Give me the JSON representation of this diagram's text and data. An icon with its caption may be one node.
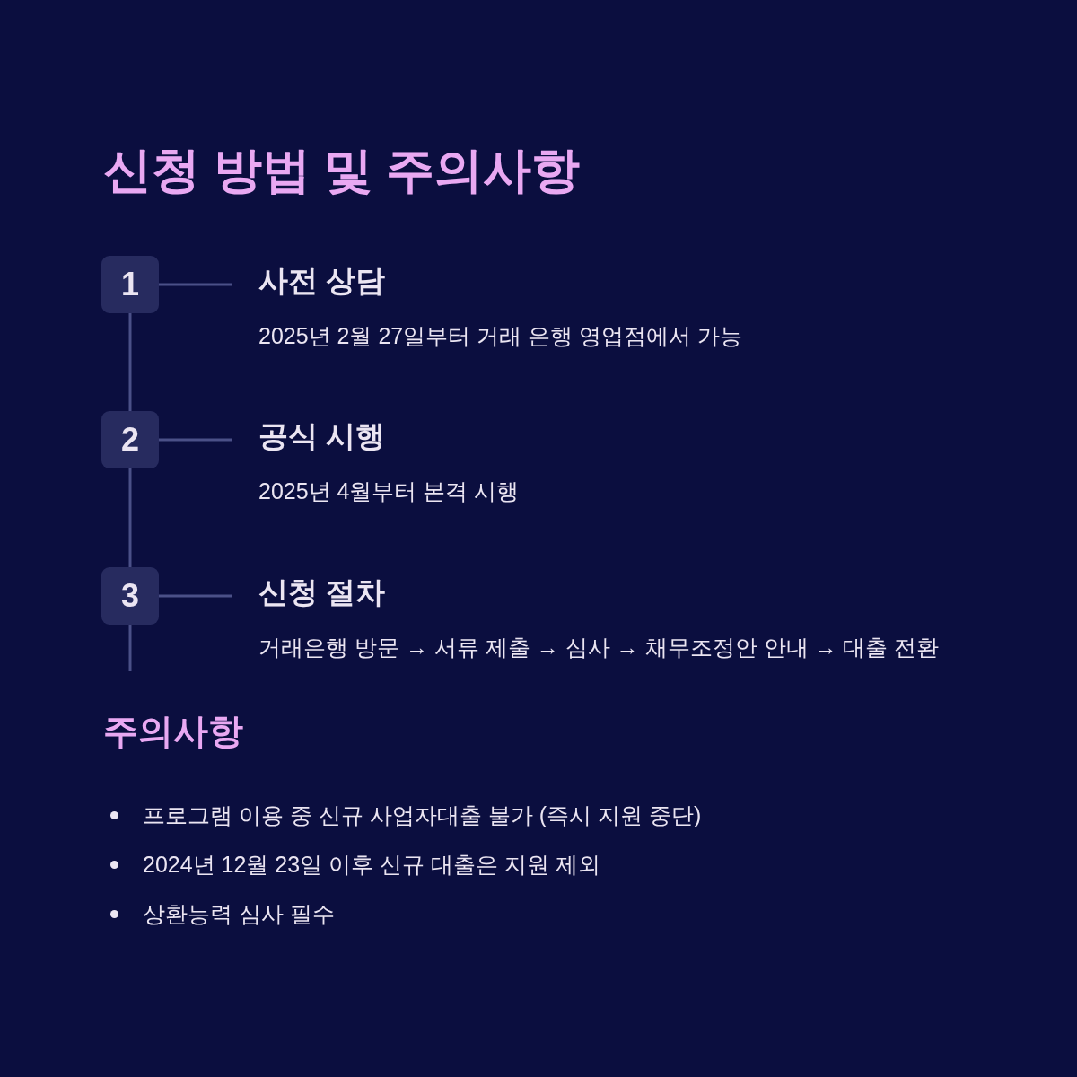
{
  "diagram": {
    "title": "신청 방법 및 주의사항",
    "nodes": [
      {
        "text": [
          "1"
        ]
      },
      {
        "text": [
          "사전 상담",
          "2025년 2월 27일부터 거래 은행 영업점에서 가능"
        ]
      },
      {
        "text": [
          "2"
        ]
      },
      {
        "text": [
          "공식 시행",
          "2025년 4월부터 본격 시행"
        ]
      },
      {
        "text": [
          "3"
        ]
      },
      {
        "text": [
          "신청 절차",
          "거래은행 방문 → 서류 제출 → 심사 → 채무조정안 안내 → 대출 전환"
        ]
      }
    ],
    "edges": [
      {
        "from": 0,
        "to": 1,
        "arrow": "none"
      },
      {
        "from": 2,
        "to": 3,
        "arrow": "none"
      },
      {
        "from": 4,
        "to": 5,
        "arrow": "none"
      },
      {
        "from": 0,
        "to": 2,
        "arrow": "none"
      },
      {
        "from": 2,
        "to": 4,
        "arrow": "none"
      },
      {
        "from": 4,
        "to": null,
        "arrow": "none"
      }
    ],
    "labels": [
      "주의사항",
      "프로그램 이용 중 신규 사업자대출 불가 (즉시 지원 중단)",
      "2024년 12월 23일 이후 신규 대출은 지원 제외",
      "상환능력 심사 필수"
    ]
  }
}
